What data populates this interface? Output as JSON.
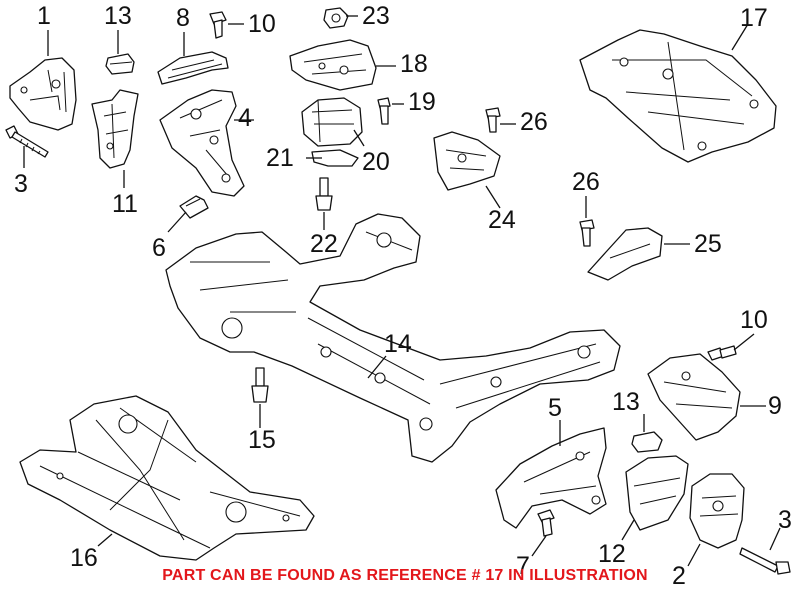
{
  "diagram": {
    "callouts": [
      "1",
      "13",
      "8",
      "10",
      "23",
      "17",
      "18",
      "19",
      "4",
      "26",
      "3",
      "11",
      "21",
      "20",
      "24",
      "6",
      "22",
      "26",
      "25",
      "14",
      "10",
      "15",
      "9",
      "13",
      "5",
      "16",
      "7",
      "12",
      "3",
      "2"
    ],
    "note": "PART CAN BE FOUND AS REFERENCE # 17 IN ILLUSTRATION",
    "note_color": "#e3171b",
    "line_color": "#111111"
  }
}
